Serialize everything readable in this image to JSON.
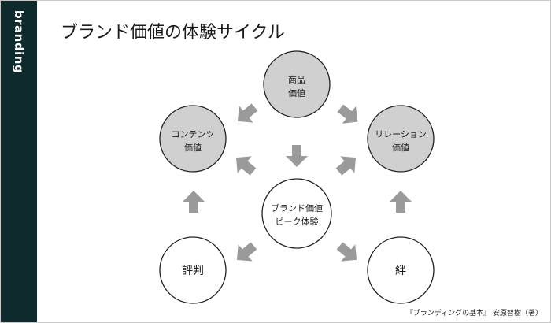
{
  "sidebar": {
    "label": "branding"
  },
  "title": "ブランド価値の体験サイクル",
  "nodes": {
    "product": {
      "line1": "商品",
      "line2": "価値"
    },
    "content": {
      "line1": "コンテンツ",
      "line2": "価値"
    },
    "relation": {
      "line1": "リレーション",
      "line2": "価値"
    },
    "peak": {
      "line1": "ブランド価値",
      "line2": "ピーク体験"
    },
    "reputation": {
      "line1": "評判"
    },
    "bond": {
      "line1": "絆"
    }
  },
  "citation": "『ブランディングの基本』 安原智樹（著）",
  "colors": {
    "sidebar": "#0f2a2c",
    "value_node_fill": "#d0d0d0",
    "plain_node_fill": "#ffffff",
    "arrow": "#9a9a9a"
  }
}
